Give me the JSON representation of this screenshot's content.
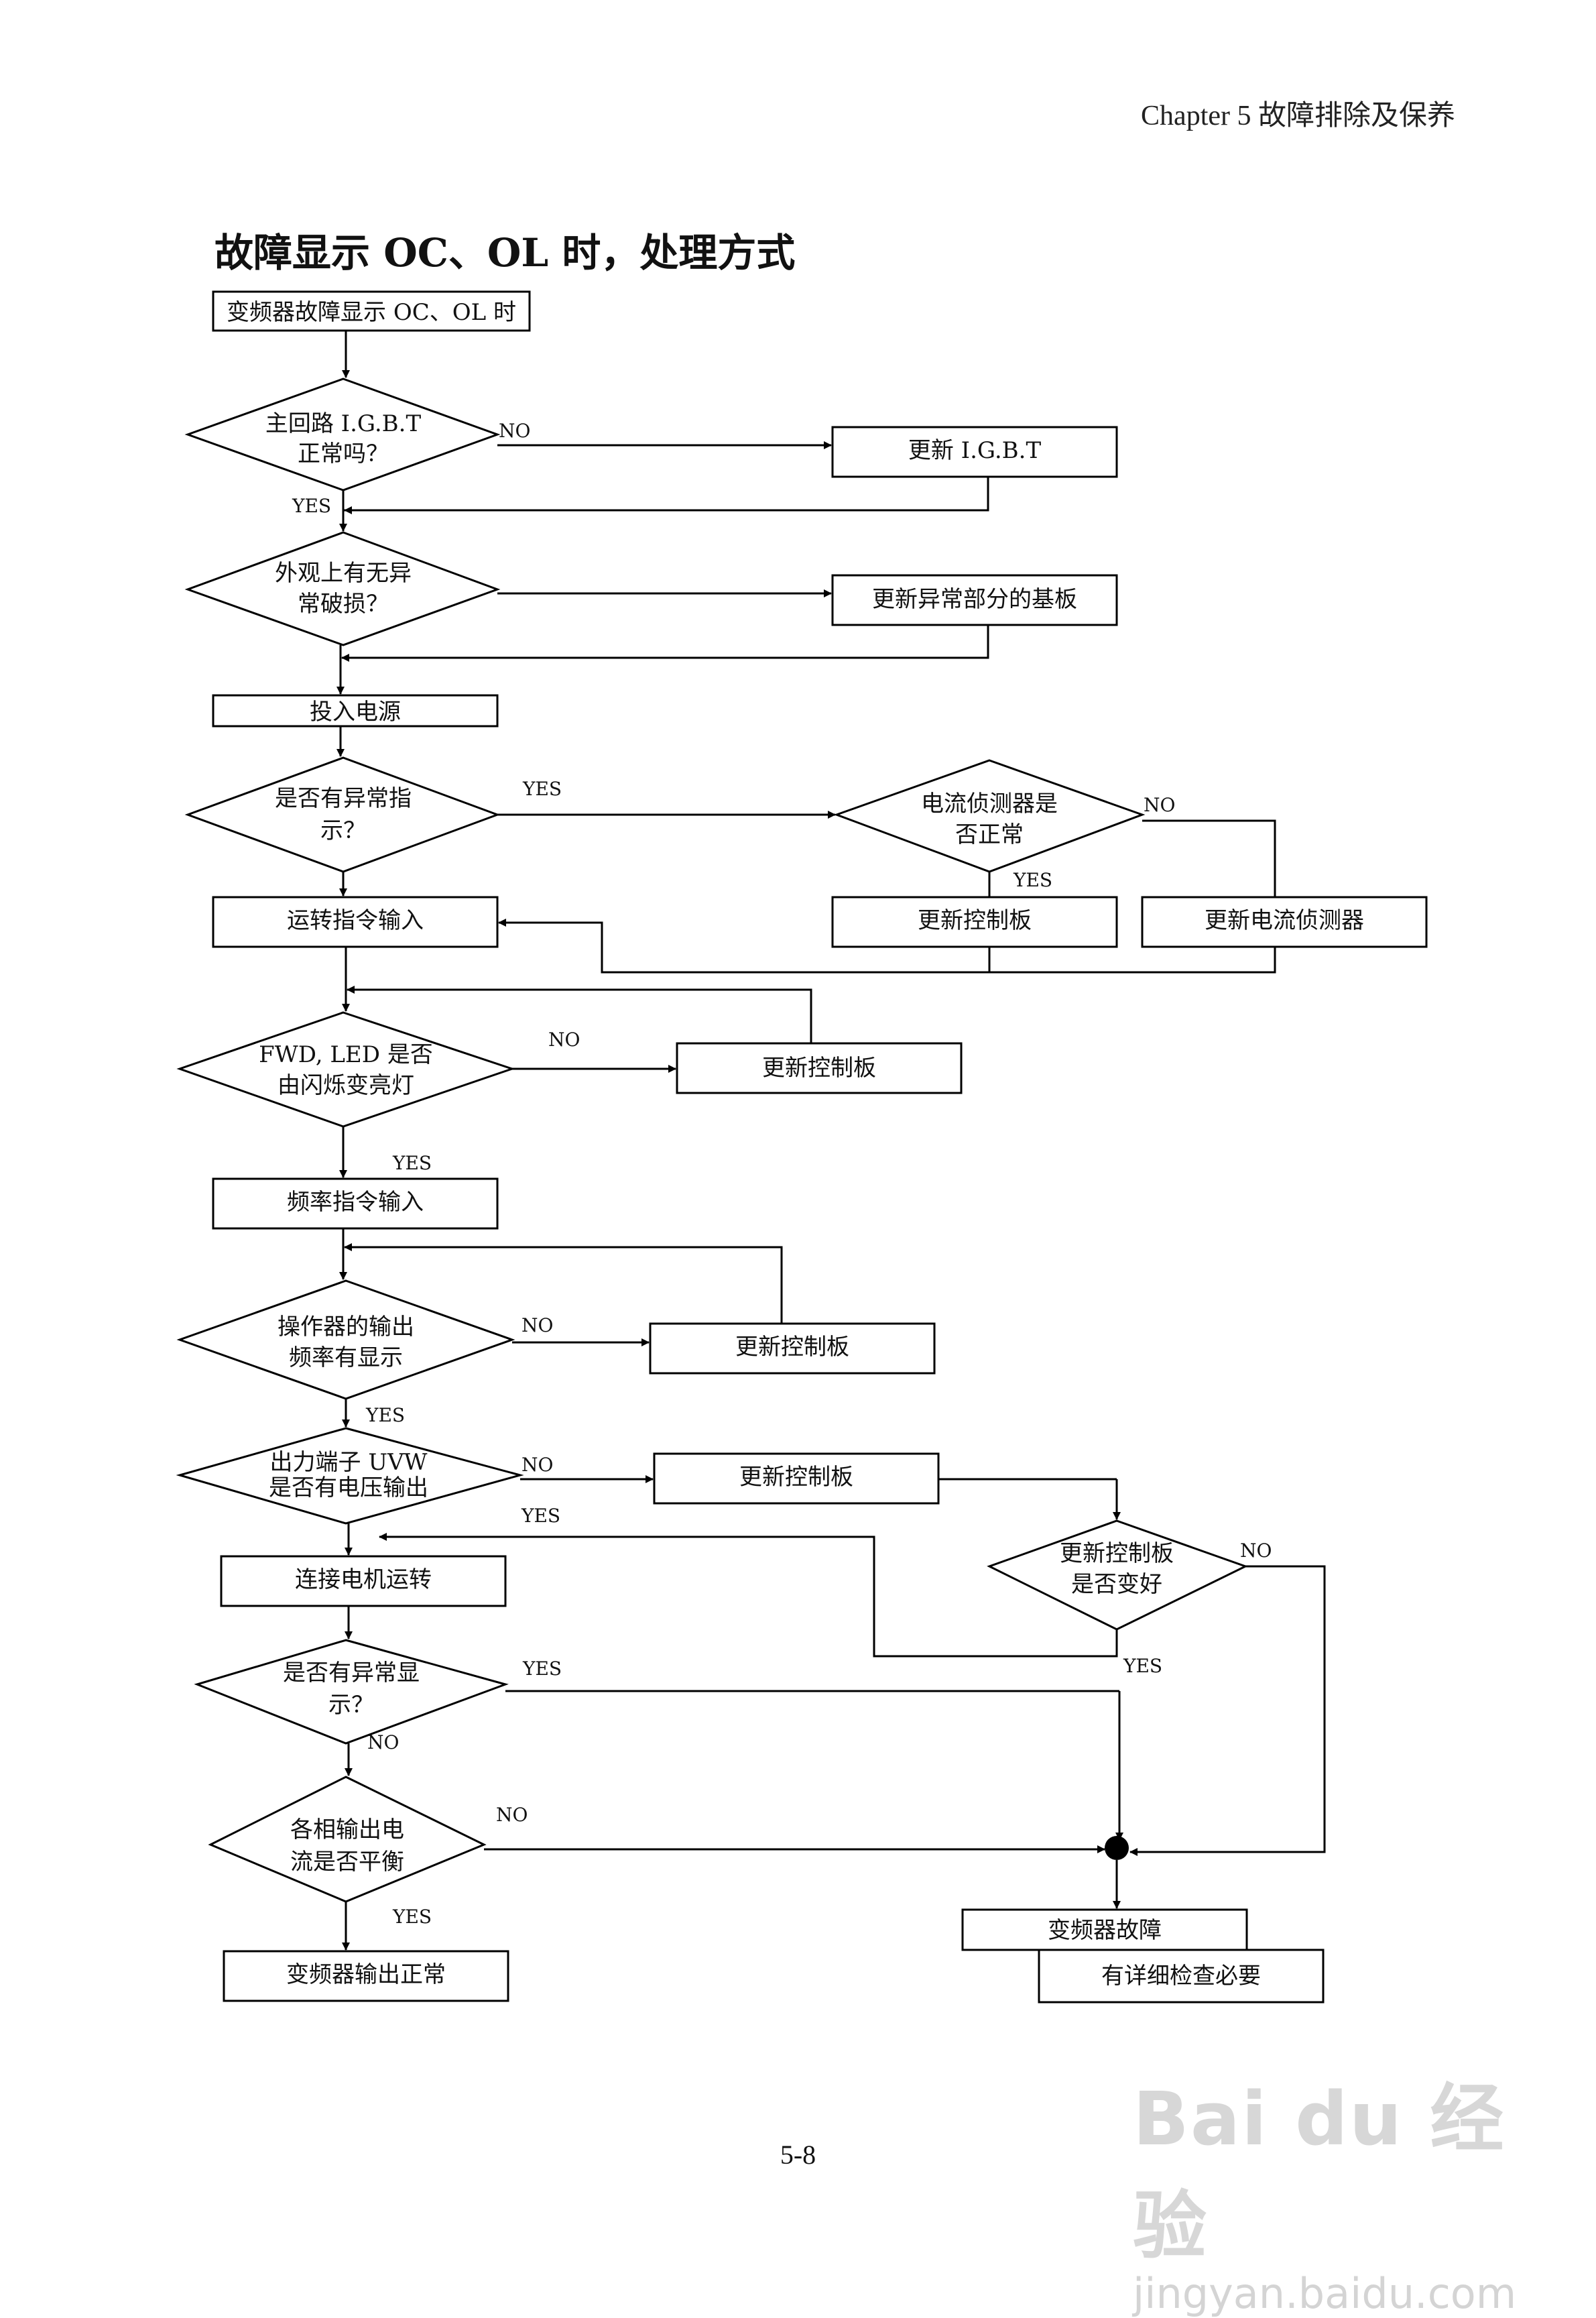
{
  "header": {
    "chapter": "Chapter 5 故障排除及保养"
  },
  "title": "故障显示 OC、OL 时，处理方式",
  "page_number": "5-8",
  "nodes": {
    "start": "变频器故障显示 OC、OL 时",
    "d_igbt_1": "主回路 I.G.B.T",
    "d_igbt_2": "正常吗？",
    "replace_igbt": "更新 I.G.B.T",
    "d_damage_1": "外观上有无异",
    "d_damage_2": "常破损？",
    "replace_board": "更新异常部分的基板",
    "power_on": "投入电源",
    "d_abn_ind_1": "是否有异常指",
    "d_abn_ind_2": "示？",
    "d_ct_1": "电流侦测器是",
    "d_ct_2": "否正常",
    "replace_ctrl_1": "更新控制板",
    "replace_ct": "更新电流侦测器",
    "run_cmd": "运转指令输入",
    "d_fwd_1": "FWD, LED 是否",
    "d_fwd_2": "由闪烁变亮灯",
    "replace_ctrl_2": "更新控制板",
    "freq_cmd": "频率指令输入",
    "d_op_1": "操作器的输出",
    "d_op_2": "频率有显示",
    "replace_ctrl_3": "更新控制板",
    "d_uvw_1": "出力端子 UVW",
    "d_uvw_2": "是否有电压输出",
    "replace_ctrl_4": "更新控制板",
    "d_better_1": "更新控制板",
    "d_better_2": "是否变好",
    "motor_run": "连接电机运转",
    "d_abn_disp_1": "是否有异常显",
    "d_abn_disp_2": "示？",
    "d_bal_1": "各相输出电",
    "d_bal_2": "流是否平衡",
    "normal": "变频器输出正常",
    "fault": "变频器故障",
    "inspect": "有详细检查必要"
  },
  "labels": {
    "yes": "YES",
    "no": "NO"
  },
  "watermark": {
    "logo": "Bai du 经验",
    "url": "jingyan.baidu.com"
  }
}
